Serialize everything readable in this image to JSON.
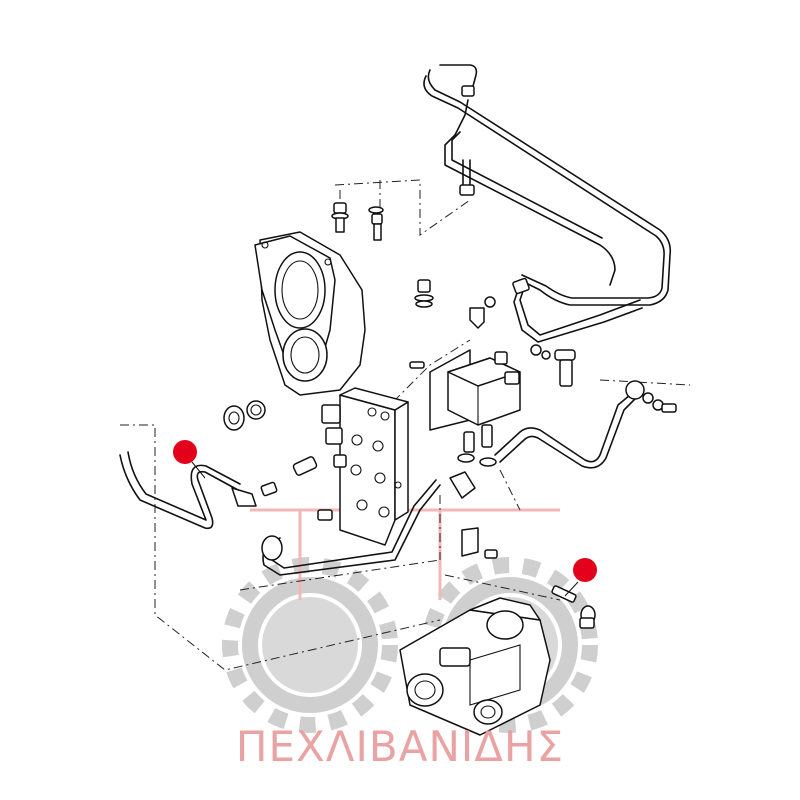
{
  "watermark": {
    "text": "ΠΕΧΛΙΒΑΝΙΔΗΣ",
    "gear_color": "#cfcfcf",
    "text_color": "#e89a9a"
  },
  "markers": {
    "color": "#e3001b",
    "items": [
      {
        "name": "callout-marker-hose-left"
      },
      {
        "name": "callout-marker-pipe-right"
      }
    ]
  }
}
